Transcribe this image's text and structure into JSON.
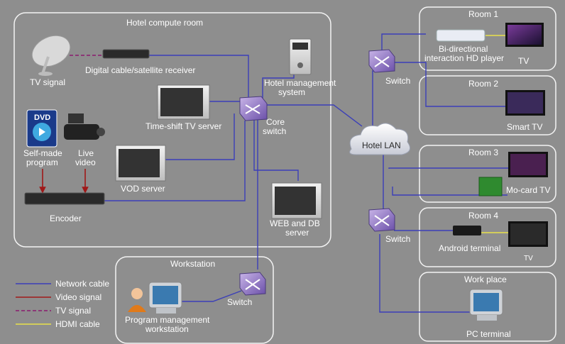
{
  "groups": {
    "compute_room": "Hotel compute room",
    "workstation": "Workstation",
    "room1": "Room 1",
    "room2": "Room 2",
    "room3": "Room 3",
    "room4": "Room 4",
    "workplace": "Work place"
  },
  "nodes": {
    "tv_signal": "TV signal",
    "receiver": "Digital cable/satellite receiver",
    "hotel_mgmt_1": "Hotel management",
    "hotel_mgmt_2": "system",
    "timeshift": "Time-shift TV server",
    "core_switch_1": "Core",
    "core_switch_2": "switch",
    "selfmade_1": "Self-made",
    "selfmade_2": "program",
    "live_1": "Live",
    "live_2": "video",
    "vod": "VOD server",
    "encoder": "Encoder",
    "web_db_1": "WEB and DB",
    "web_db_2": "server",
    "hotel_lan": "Hotel LAN",
    "switch_top": "Switch",
    "switch_bottom": "Switch",
    "switch_ws": "Switch",
    "hd_player_1": "Bi-directional",
    "hd_player_2": "interaction HD player",
    "tv": "TV",
    "smart_tv": "Smart TV",
    "mocard_tv": "Mo-card TV",
    "android": "Android terminal",
    "tv_small": "TV",
    "pgm_ws_1": "Program management",
    "pgm_ws_2": "workstation",
    "pc_terminal": "PC terminal",
    "dvd_icon_text": "DVD"
  },
  "legend": [
    {
      "label": "Network cable",
      "color": "#3b3fb8",
      "style": "solid"
    },
    {
      "label": "Video signal",
      "color": "#a01818",
      "style": "solid"
    },
    {
      "label": "TV signal",
      "color": "#8a1a6e",
      "style": "dashed"
    },
    {
      "label": "HDMI cable",
      "color": "#e8e04a",
      "style": "solid"
    }
  ]
}
